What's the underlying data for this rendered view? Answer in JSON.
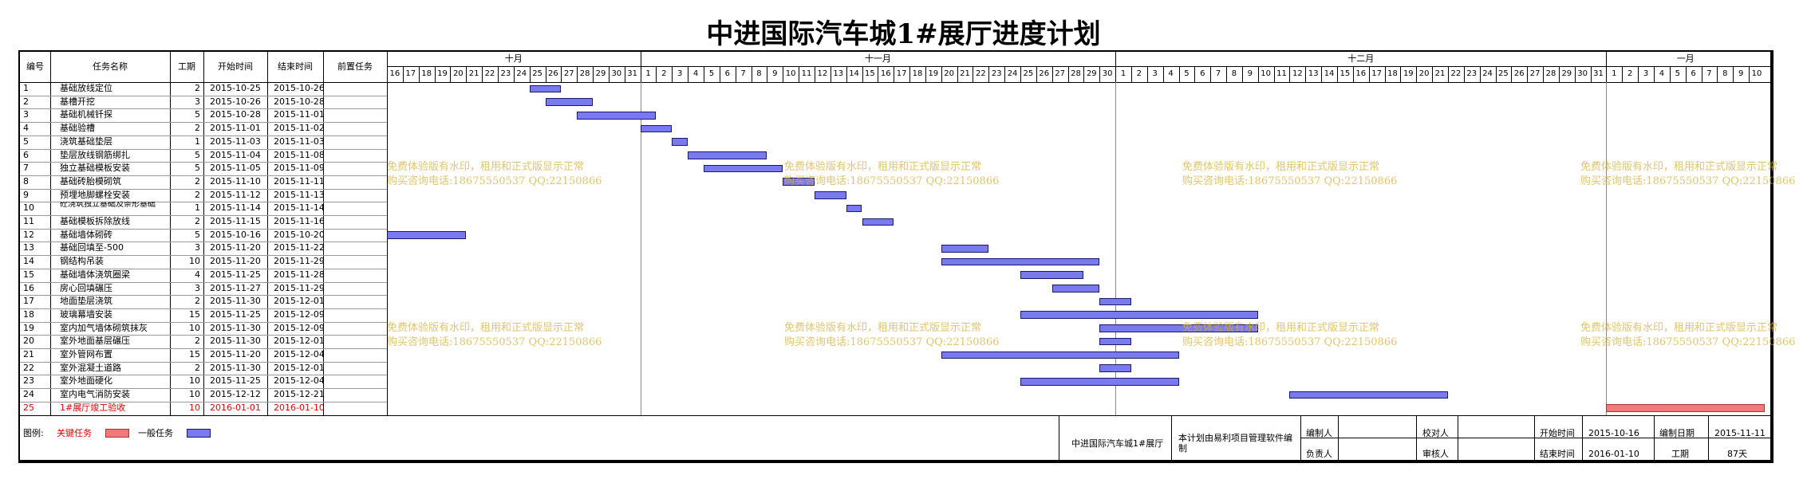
{
  "title": "中进国际汽车城1#展厅进度计划",
  "columns": [
    "编号",
    "任务名称",
    "工期",
    "开始时间",
    "结束时间",
    "前置任务"
  ],
  "months": [
    "十月",
    "十一月",
    "十二月",
    "一月"
  ],
  "chart_data": {
    "type": "gantt",
    "time_range": [
      "2015-10-16",
      "2016-01-10"
    ],
    "tasks": [
      {
        "id": "1",
        "name": "基础放线定位",
        "duration": "2",
        "start": "2015-10-25",
        "end": "2015-10-26",
        "predecessor": "",
        "critical": false
      },
      {
        "id": "2",
        "name": "基槽开挖",
        "duration": "3",
        "start": "2015-10-26",
        "end": "2015-10-28",
        "predecessor": "",
        "critical": false
      },
      {
        "id": "3",
        "name": "基础机械钎探",
        "duration": "5",
        "start": "2015-10-28",
        "end": "2015-11-01",
        "predecessor": "",
        "critical": false
      },
      {
        "id": "4",
        "name": "基础验槽",
        "duration": "2",
        "start": "2015-11-01",
        "end": "2015-11-02",
        "predecessor": "",
        "critical": false
      },
      {
        "id": "5",
        "name": "浇筑基础垫层",
        "duration": "1",
        "start": "2015-11-03",
        "end": "2015-11-03",
        "predecessor": "",
        "critical": false
      },
      {
        "id": "6",
        "name": "垫层放线钢筋绑扎",
        "duration": "5",
        "start": "2015-11-04",
        "end": "2015-11-08",
        "predecessor": "",
        "critical": false
      },
      {
        "id": "7",
        "name": "独立基础模板安装",
        "duration": "5",
        "start": "2015-11-05",
        "end": "2015-11-09",
        "predecessor": "",
        "critical": false
      },
      {
        "id": "8",
        "name": "基础砖胎模砌筑",
        "duration": "2",
        "start": "2015-11-10",
        "end": "2015-11-11",
        "predecessor": "",
        "critical": false
      },
      {
        "id": "9",
        "name": "预埋地脚螺栓安装",
        "duration": "2",
        "start": "2015-11-12",
        "end": "2015-11-13",
        "predecessor": "",
        "critical": false
      },
      {
        "id": "10",
        "name": "砼浇筑独立基础及条形基础",
        "duration": "1",
        "start": "2015-11-14",
        "end": "2015-11-14",
        "predecessor": "",
        "critical": false
      },
      {
        "id": "11",
        "name": "基础模板拆除放线",
        "duration": "2",
        "start": "2015-11-15",
        "end": "2015-11-16",
        "predecessor": "",
        "critical": false
      },
      {
        "id": "12",
        "name": "基础墙体砌砖",
        "duration": "5",
        "start": "2015-10-16",
        "end": "2015-10-20",
        "predecessor": "",
        "critical": false
      },
      {
        "id": "13",
        "name": "基础回填至-500",
        "duration": "3",
        "start": "2015-11-20",
        "end": "2015-11-22",
        "predecessor": "",
        "critical": false
      },
      {
        "id": "14",
        "name": "钢结构吊装",
        "duration": "10",
        "start": "2015-11-20",
        "end": "2015-11-29",
        "predecessor": "",
        "critical": false
      },
      {
        "id": "15",
        "name": "基础墙体浇筑圈梁",
        "duration": "4",
        "start": "2015-11-25",
        "end": "2015-11-28",
        "predecessor": "",
        "critical": false
      },
      {
        "id": "16",
        "name": "房心回填碾压",
        "duration": "3",
        "start": "2015-11-27",
        "end": "2015-11-29",
        "predecessor": "",
        "critical": false
      },
      {
        "id": "17",
        "name": "地面垫层浇筑",
        "duration": "2",
        "start": "2015-11-30",
        "end": "2015-12-01",
        "predecessor": "",
        "critical": false
      },
      {
        "id": "18",
        "name": "玻璃幕墙安装",
        "duration": "15",
        "start": "2015-11-25",
        "end": "2015-12-09",
        "predecessor": "",
        "critical": false
      },
      {
        "id": "19",
        "name": "室内加气墙体砌筑抹灰",
        "duration": "10",
        "start": "2015-11-30",
        "end": "2015-12-09",
        "predecessor": "",
        "critical": false
      },
      {
        "id": "20",
        "name": "室外地面基层碾压",
        "duration": "2",
        "start": "2015-11-30",
        "end": "2015-12-01",
        "predecessor": "",
        "critical": false
      },
      {
        "id": "21",
        "name": "室外管网布置",
        "duration": "15",
        "start": "2015-11-20",
        "end": "2015-12-04",
        "predecessor": "",
        "critical": false
      },
      {
        "id": "22",
        "name": "室外混凝土道路",
        "duration": "2",
        "start": "2015-11-30",
        "end": "2015-12-01",
        "predecessor": "",
        "critical": false
      },
      {
        "id": "23",
        "name": "室外地面硬化",
        "duration": "10",
        "start": "2015-11-25",
        "end": "2015-12-04",
        "predecessor": "",
        "critical": false
      },
      {
        "id": "24",
        "name": "室内电气消防安装",
        "duration": "10",
        "start": "2015-12-12",
        "end": "2015-12-21",
        "predecessor": "",
        "critical": false
      },
      {
        "id": "25",
        "name": "1#展厅竣工验收",
        "duration": "10",
        "start": "2016-01-01",
        "end": "2016-01-10",
        "predecessor": "",
        "critical": true
      }
    ]
  },
  "legend": {
    "label": "图例:",
    "critical": "关键任务",
    "normal": "一般任务"
  },
  "watermark": {
    "line1": "免费体验版有水印，租用和正式版显示正常",
    "line2": "购买咨询电话:18675550537 QQ:22150866"
  },
  "footer": {
    "project": "中进国际汽车城1#展厅",
    "software": "本计划由易利项目管理软件编制",
    "editor_label": "编制人",
    "editor": "",
    "checker_label": "校对人",
    "checker": "",
    "owner_label": "负责人",
    "owner": "",
    "reviewer_label": "审核人",
    "reviewer": "",
    "start_label": "开始时间",
    "start": "2015-10-16",
    "end_label": "结束时间",
    "end": "2016-01-10",
    "date_label": "编制日期",
    "date": "2015-11-11",
    "duration_label": "工期",
    "duration": "87天"
  },
  "colors": {
    "normal_bar": "#7a7af0",
    "critical_bar": "#f07a7a",
    "critical_text": "#e60000",
    "watermark": "#d6b23a"
  }
}
